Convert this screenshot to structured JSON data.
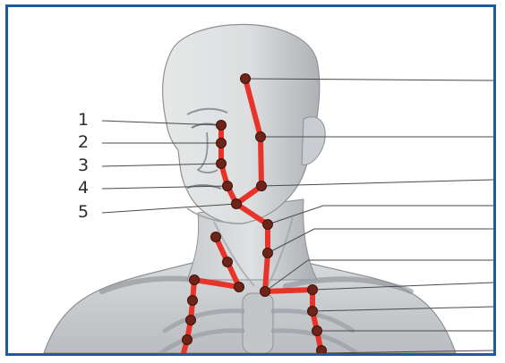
{
  "colors": {
    "frame": "#1e5aa0",
    "channel": "#e8332a",
    "point": "#6e2418",
    "leader": "#4a4a4a",
    "skin_light": "#eceded",
    "skin_mid": "#cfd1d3",
    "skin_dark": "#9ea2a6"
  },
  "labels": [
    {
      "id": "1",
      "text": "1"
    },
    {
      "id": "2",
      "text": "2"
    },
    {
      "id": "3",
      "text": "3"
    },
    {
      "id": "4",
      "text": "4"
    },
    {
      "id": "5",
      "text": "5"
    }
  ]
}
